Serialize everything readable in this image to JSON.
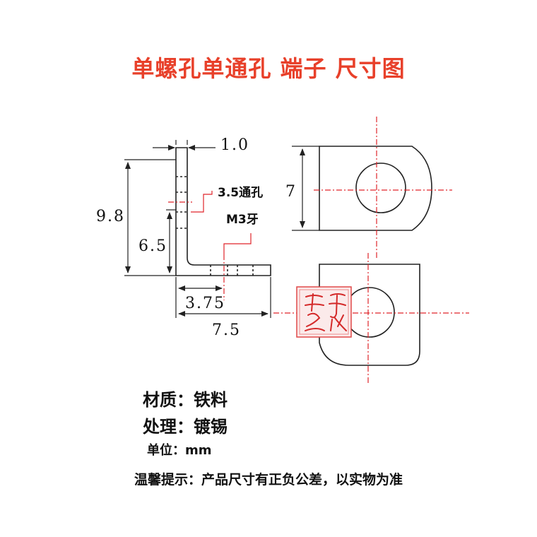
{
  "title": "单螺孔单通孔 端子 尺寸图",
  "dimensions": {
    "thickness": "1.0",
    "height_total": "9.8",
    "height_hole": "6.5",
    "hole_offset": "3.75",
    "length_total": "7.5",
    "width": "7"
  },
  "callouts": {
    "through_hole": "3.5通孔",
    "thread": "M3牙"
  },
  "stamp": {
    "text": "手手欣欣"
  },
  "specs": {
    "material": "材质：铁料",
    "finish": "处理：镀锡",
    "unit": "单位：mm"
  },
  "tip": "温馨提示：产品尺寸有正负公差，以实物为准",
  "colors": {
    "title": "#e8402a",
    "centerline": "#e0242a",
    "line": "#222222"
  }
}
